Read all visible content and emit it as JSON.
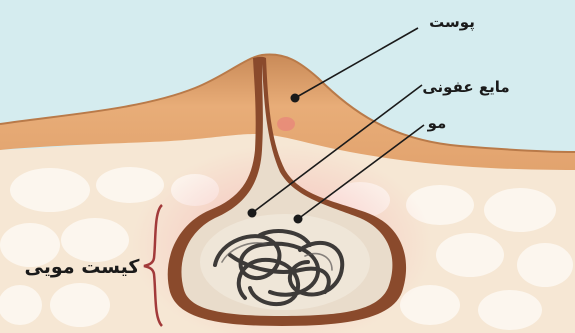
{
  "labels": {
    "skin": "پوست",
    "pus": "مایع عفونی",
    "hair": "مو",
    "cyst": "کیست مویی"
  },
  "colors": {
    "sky": "#d5ecef",
    "skin_surface": "#e0a56c",
    "fat": "#f6e7d4",
    "fat_blob": "#fcf6ee",
    "sac_wall": "#8a4a2c",
    "sac_inner": "#e9dccb",
    "hair": "#3d3a38",
    "inflammation": "#f2b7b7",
    "bracket": "#a23a3a"
  }
}
